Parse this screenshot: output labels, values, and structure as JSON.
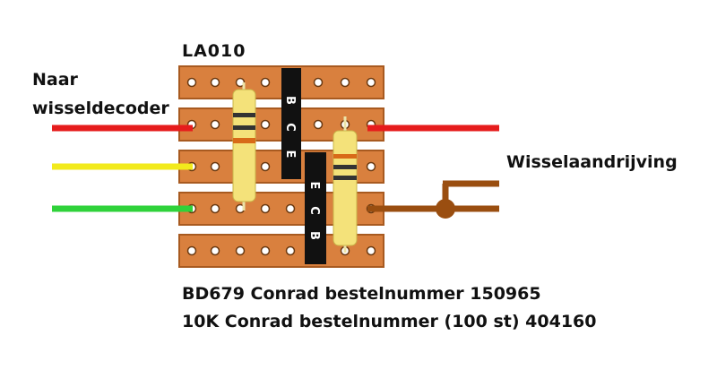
{
  "board": {
    "title": "LA010"
  },
  "labels": {
    "left_line1": "Naar",
    "left_line2": "wisseldecoder",
    "right": "Wisselaandrijving"
  },
  "notes": {
    "line1": "BD679 Conrad bestelnummer 150965",
    "line2": "10K Conrad bestelnummer (100 st) 404160"
  },
  "transistors": [
    {
      "pins": [
        "B",
        "C",
        "E"
      ]
    },
    {
      "pins": [
        "E",
        "C",
        "B"
      ]
    }
  ],
  "colors": {
    "strip": "#d9803e",
    "strip_edge": "#a85a20",
    "wire_red": "#e61c1c",
    "wire_yellow": "#f2ea1c",
    "wire_green": "#2fd23a",
    "wire_brown": "#9a4e10",
    "resistor_body": "#f4e27a",
    "transistor": "#111111"
  }
}
